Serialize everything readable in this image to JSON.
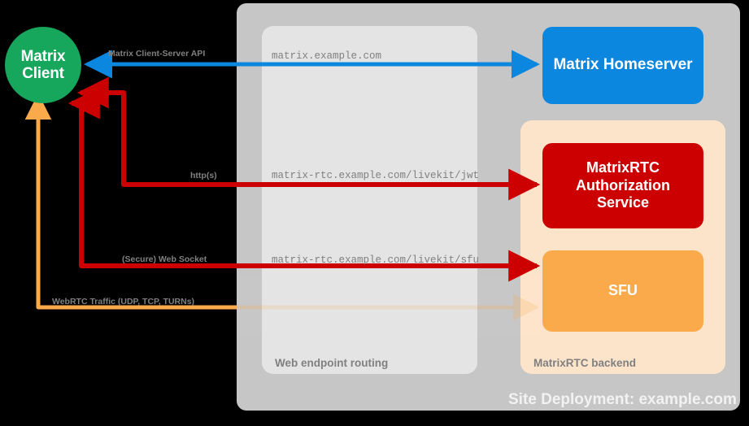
{
  "diagram": {
    "title": "Site Deployment: example.com",
    "background_color": "#000000"
  },
  "containers": {
    "site": {
      "label": "Site Deployment: example.com",
      "color": "#C6C6C6"
    },
    "routing": {
      "label": "Web endpoint routing",
      "color": "#E4E4E4"
    },
    "backend": {
      "label": "MatrixRTC backend",
      "color": "#FCE4CB"
    }
  },
  "nodes": {
    "client": {
      "label": "Matrix\nClient",
      "line1": "Matrix",
      "line2": "Client",
      "color": "#16A75C"
    },
    "homeserver": {
      "label": "Matrix Homeserver",
      "color": "#0C87E0"
    },
    "auth_service": {
      "line1": "MatrixRTC",
      "line2": "Authorization",
      "line3": "Service",
      "color": "#CC0000"
    },
    "sfu": {
      "label": "SFU",
      "color": "#FAA94B"
    }
  },
  "flows": [
    {
      "id": "client-server-api",
      "label": "Matrix Client-Server API",
      "endpoint": "matrix.example.com",
      "color": "#0C87E0",
      "direction": "bidirectional",
      "target": "Matrix Homeserver"
    },
    {
      "id": "jwt-http",
      "label": "http(s)",
      "endpoint": "matrix-rtc.example.com/livekit/jwt",
      "color": "#CC0000",
      "direction": "bidirectional",
      "target": "MatrixRTC Authorization Service"
    },
    {
      "id": "sfu-websocket",
      "label": "(Secure) Web Socket",
      "endpoint": "matrix-rtc.example.com/livekit/sfu",
      "color": "#CC0000",
      "direction": "bidirectional",
      "target": "SFU"
    },
    {
      "id": "webrtc-media",
      "label": "WebRTC Traffic (UDP, TCP, TURNs)",
      "endpoint": "",
      "color": "#FAA94B",
      "direction": "bidirectional",
      "target": "SFU"
    }
  ],
  "urls": {
    "homeserver": "matrix.example.com",
    "jwt": "matrix-rtc.example.com/livekit/jwt",
    "sfu": "matrix-rtc.example.com/livekit/sfu"
  },
  "labels": {
    "csapi": "Matrix Client-Server API",
    "https": "http(s)",
    "websocket": "(Secure) Web Socket",
    "webrtc": "WebRTC Traffic (UDP, TCP, TURNs)"
  }
}
